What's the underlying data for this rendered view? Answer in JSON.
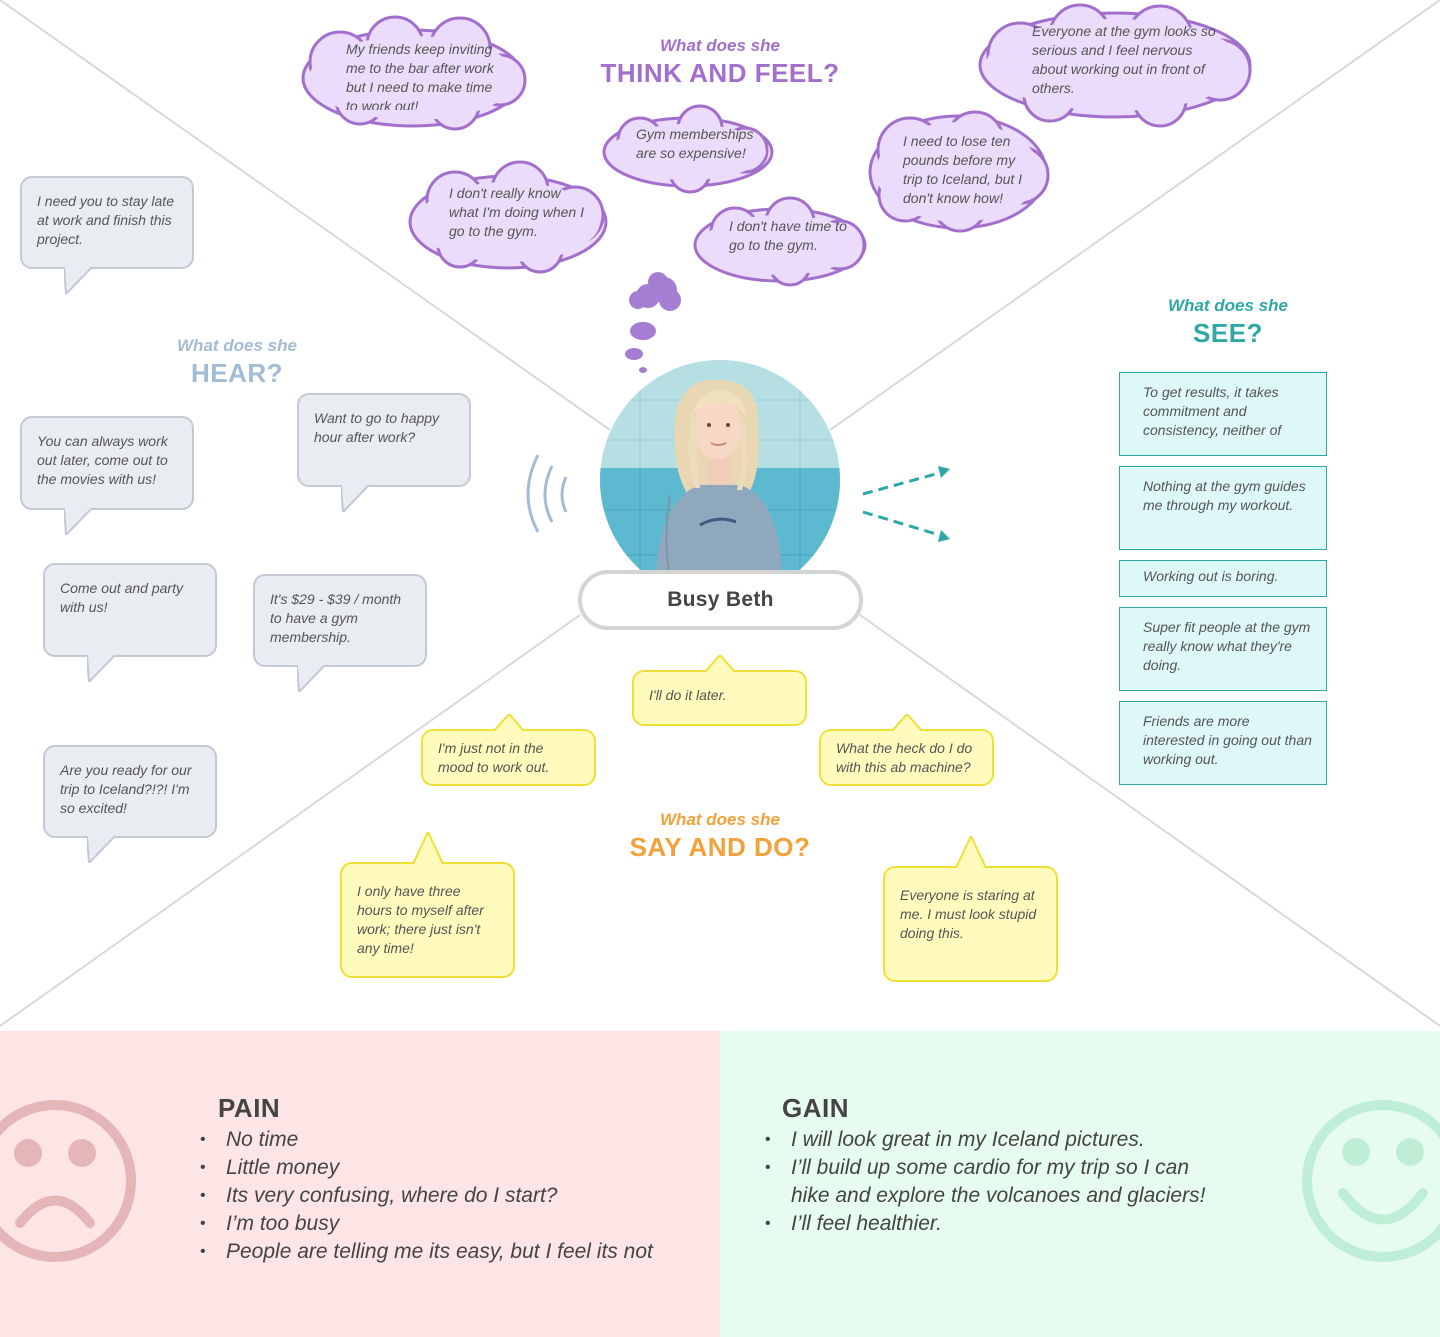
{
  "persona": {
    "name": "Busy Beth",
    "photo_alt": "Photo of a young woman with blond hair in a blue sweatshirt"
  },
  "think": {
    "label_small": "What does she",
    "label_big": "THINK AND FEEL?",
    "color": "#a26fcc",
    "clouds": [
      "My friends keep inviting me to the bar after work but I need to make time to work out!",
      "Gym memberships are so expensive!",
      "I don't really know what I'm doing when I go to the gym.",
      "I don't have time to go to the gym.",
      "I need to lose ten pounds before my trip to Iceland, but I don't know how!",
      "Everyone at the gym looks so serious and I feel nervous about working out in front of others."
    ]
  },
  "hear": {
    "label_small": "What does she",
    "label_big": "HEAR?",
    "color": "#a3bcd6",
    "bubbles": [
      "I need you to stay late at work and finish this project.",
      "You can always work out later, come out to the movies with us!",
      "Want to go to happy hour after work?",
      "Come out and party with us!",
      "It's $29 - $39 / month to have a gym membership.",
      "Are you ready for our trip to Iceland?!?! I'm so excited!"
    ]
  },
  "see": {
    "label_small": "What does she",
    "label_big": "SEE?",
    "color": "#2fa8a5",
    "boxes": [
      "To get results, it takes commitment and consistency, neither of",
      "Nothing at the gym guides me through my workout.",
      "Working out is boring.",
      "Super fit people at the gym really know what they're doing.",
      "Friends are more interested in going out than working out."
    ]
  },
  "say": {
    "label_small": "What does she",
    "label_big": "SAY AND DO?",
    "color": "#f3a139",
    "bubbles": [
      "I'll do it later.",
      "I'm just not in the mood to work out.",
      "What the heck do I do with this ab machine?",
      "I only have three hours to myself after work; there just isn't any time!",
      "Everyone is staring at me. I must look stupid doing this."
    ]
  },
  "pain": {
    "title": "PAIN",
    "bg_color": "#fde4e5",
    "icon_color": "#e5b6b8",
    "items": [
      "No time",
      "Little money",
      "Its very confusing, where do I start?",
      "I’m too busy",
      "People are telling me its easy, but I feel its not"
    ]
  },
  "gain": {
    "title": "GAIN",
    "bg_color": "#e6fcef",
    "icon_color": "#bfeed6",
    "items": [
      "I will look great in my Iceland pictures.",
      "I’ll build up some cardio for my trip so I can hike and explore the volcanoes and glaciers!",
      "I’ll feel healthier."
    ]
  }
}
